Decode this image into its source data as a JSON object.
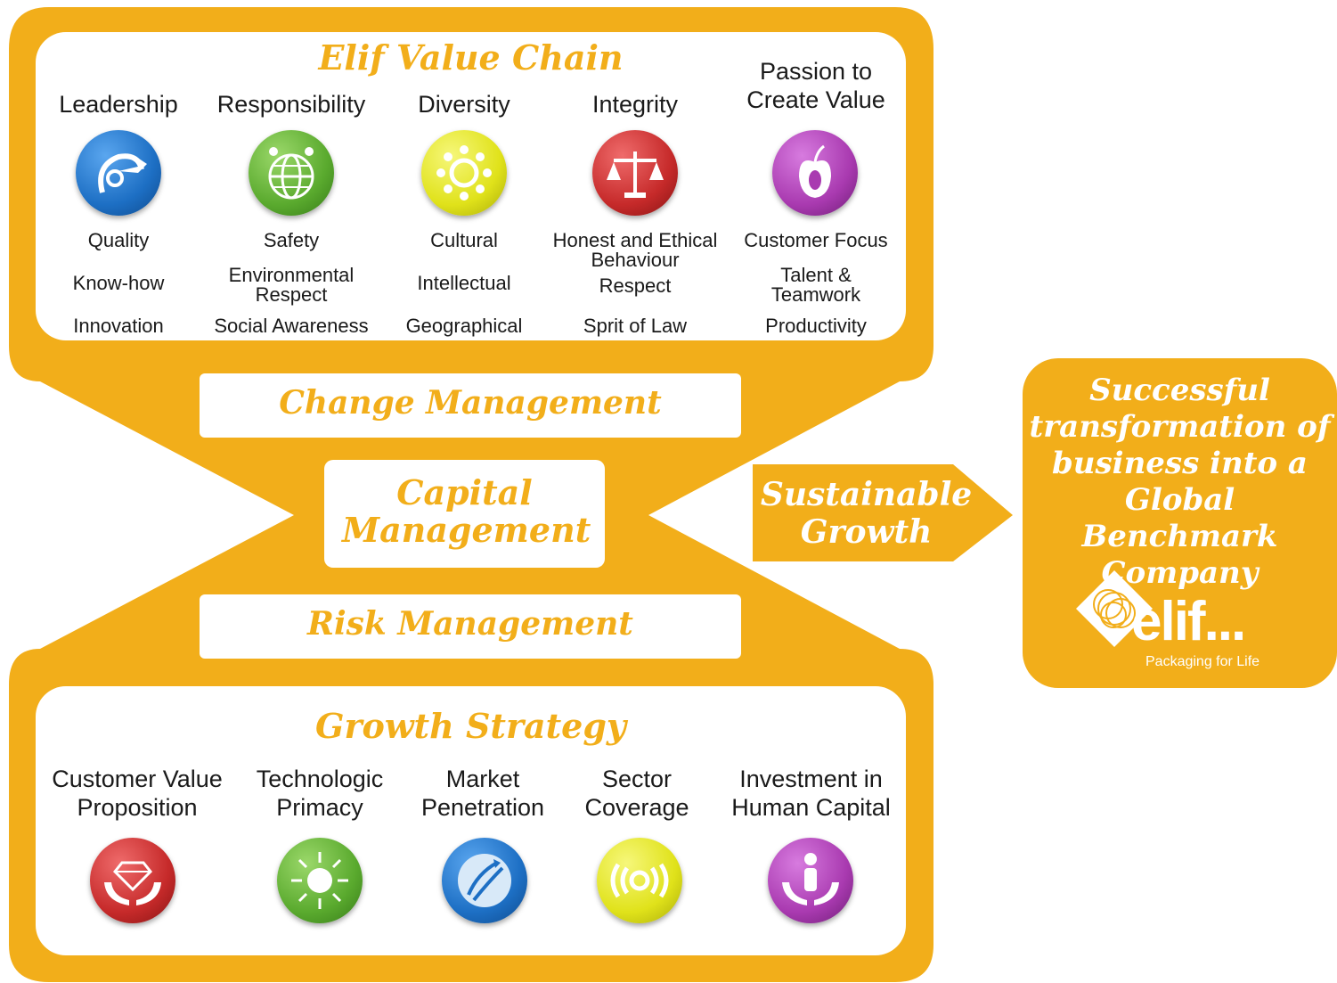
{
  "value_chain": {
    "title": "Elif Value Chain",
    "columns": [
      {
        "heading": "Leadership",
        "icon": "head-arrow-icon",
        "color": "#1d6fc4",
        "items": [
          "Quality",
          "Know-how",
          "Innovation"
        ]
      },
      {
        "heading": "Responsibility",
        "icon": "globe-people-icon",
        "color": "#5aaa2e",
        "items": [
          "Safety",
          "Environmental Respect",
          "Social Awareness"
        ]
      },
      {
        "heading": "Diversity",
        "icon": "wheel-icon",
        "color": "#e0e21a",
        "items": [
          "Cultural",
          "Intellectual",
          "Geographical"
        ]
      },
      {
        "heading": "Integrity",
        "icon": "scales-icon",
        "color": "#c62a2a",
        "items": [
          "Honest and Ethical Behaviour",
          "Respect",
          "Sprit of Law"
        ]
      },
      {
        "heading": "Passion to Create Value",
        "icon": "apple-icon",
        "color": "#a93ab0",
        "items": [
          "Customer Focus",
          "Talent & Teamwork",
          "Productivity"
        ]
      }
    ]
  },
  "bands": {
    "change": "Change Management",
    "capital": "Capital Management",
    "risk": "Risk Management"
  },
  "growth_strategy": {
    "title": "Growth Strategy",
    "columns": [
      {
        "heading": "Customer Value Proposition",
        "icon": "diamond-hands-icon",
        "color": "#c62a2a"
      },
      {
        "heading": "Technologic Primacy",
        "icon": "sun-burst-icon",
        "color": "#5aaa2e"
      },
      {
        "heading": "Market Penetration",
        "icon": "globe-arrows-icon",
        "color": "#1d6fc4"
      },
      {
        "heading": "Sector Coverage",
        "icon": "rings-icon",
        "color": "#e0e21a"
      },
      {
        "heading": "Investment in Human Capital",
        "icon": "person-hands-icon",
        "color": "#a93ab0"
      }
    ]
  },
  "arrow": {
    "label": "Sustainable Growth"
  },
  "outcome": {
    "text": "Successful transformation of business into a Global Benchmark Company",
    "logo_name": "elif...",
    "logo_tagline": "Packaging for Life"
  },
  "colors": {
    "brand_orange": "#f2ae1a",
    "text": "#1a1a1a"
  }
}
